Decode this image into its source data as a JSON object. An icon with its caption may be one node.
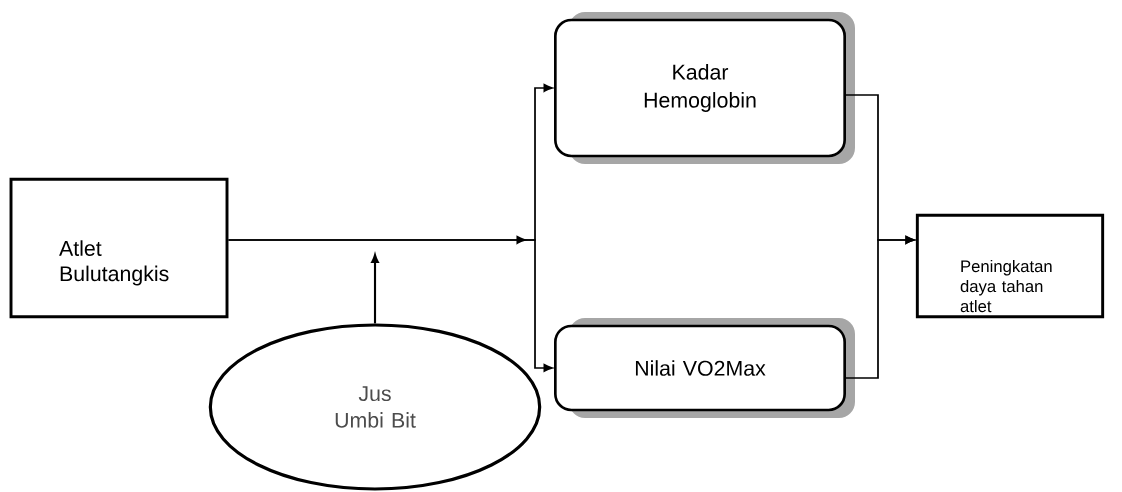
{
  "diagram": {
    "nodes": [
      {
        "text": [
          "Atlet Bulutangkis"
        ]
      },
      {
        "text": [
          "Jus Umbi Bit"
        ]
      },
      {
        "text": [
          "Kadar Hemoglobin"
        ]
      },
      {
        "text": [
          "Nilai VO2Max"
        ]
      },
      {
        "text": [
          "Peningkatan daya tahan atlet"
        ]
      }
    ],
    "edges": [
      {
        "from": 0,
        "to": 2,
        "arrow": "to"
      },
      {
        "from": 0,
        "to": 3,
        "arrow": "to"
      },
      {
        "from": 1,
        "to": null,
        "arrow": "to"
      },
      {
        "from": 2,
        "to": 4,
        "arrow": "to"
      },
      {
        "from": 3,
        "to": 4,
        "arrow": "to"
      }
    ]
  }
}
